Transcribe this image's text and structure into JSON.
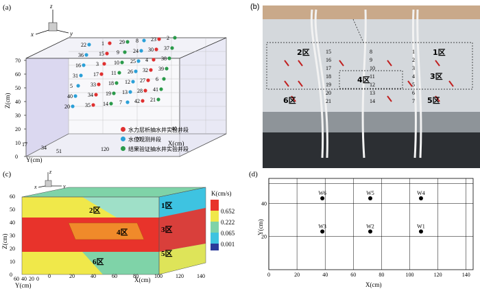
{
  "panel_a": {
    "label": "(a)",
    "axes": {
      "x": "x",
      "y": "y",
      "z": "z"
    },
    "z_axis_title": "Z(cm)",
    "y_axis_title": "Y(cm)",
    "x_axis_title": "X(cm)",
    "z_ticks": [
      "0",
      "10",
      "20",
      "30",
      "40",
      "50",
      "60",
      "70"
    ],
    "y_ticks": [
      "17",
      "34",
      "51"
    ],
    "x_ticks": [
      "120",
      "80",
      "40"
    ],
    "wells": [
      "22",
      "1",
      "29",
      "8",
      "23",
      "2",
      "36",
      "15",
      "9",
      "24",
      "30",
      "37",
      "16",
      "3",
      "10",
      "25",
      "4",
      "38",
      "31",
      "17",
      "11",
      "26",
      "32",
      "39",
      "5",
      "33",
      "18",
      "12",
      "27",
      "6",
      "40",
      "34",
      "19",
      "13",
      "28",
      "41",
      "20",
      "35",
      "14",
      "7",
      "42",
      "21"
    ],
    "legend": [
      {
        "label": "水力层析抽水井实验井段",
        "color": "#e03030"
      },
      {
        "label": "水位观测井段",
        "color": "#2aa0d8"
      },
      {
        "label": "结果验证抽水井实验井段",
        "color": "#2a9a4a"
      }
    ]
  },
  "panel_b": {
    "label": "(b)",
    "zones": [
      "2区",
      "1区",
      "3区",
      "4区",
      "6区",
      "5区"
    ],
    "numbers_left": [
      "15",
      "16",
      "17",
      "18",
      "19",
      "20",
      "21"
    ],
    "numbers_mid": [
      "8",
      "9",
      "10",
      "11",
      "12",
      "13",
      "14"
    ],
    "numbers_right": [
      "1",
      "2",
      "3",
      "4",
      "5",
      "6",
      "7"
    ]
  },
  "panel_c": {
    "label": "(c)",
    "axes": {
      "x": "x",
      "y": "y",
      "z": "z"
    },
    "z_axis_title": "Z(cm)",
    "y_axis_title": "Y(cm)",
    "x_axis_title": "X(cm)",
    "z_ticks": [
      "0",
      "10",
      "20",
      "30",
      "40",
      "50",
      "60"
    ],
    "y_ticks": [
      "60",
      "40",
      "20",
      "0"
    ],
    "x_ticks": [
      "0",
      "20",
      "40",
      "60",
      "80",
      "100",
      "120",
      "140"
    ],
    "zones": [
      "2区",
      "1区",
      "4区",
      "3区",
      "6区",
      "5区"
    ],
    "colorbar_title": "K(cm/s)",
    "colorbar": [
      {
        "value": "0.652",
        "color": "#e8332b"
      },
      {
        "value": "0.222",
        "color": "#f0e84a"
      },
      {
        "value": "0.065",
        "color": "#7fd3a8"
      },
      {
        "value": "0.001",
        "color": "#3ec3e0"
      }
    ]
  },
  "panel_d": {
    "label": "(d)",
    "chart_data": {
      "type": "scatter",
      "xlabel": "X(cm)",
      "ylabel": "Y(cm)",
      "xlim": [
        0,
        145
      ],
      "ylim": [
        0,
        55
      ],
      "x_ticks": [
        0,
        20,
        40,
        60,
        80,
        100,
        120,
        140
      ],
      "y_ticks": [
        20,
        40
      ],
      "points": [
        {
          "name": "W6",
          "x": 38,
          "y": 43
        },
        {
          "name": "W5",
          "x": 72,
          "y": 43
        },
        {
          "name": "W4",
          "x": 108,
          "y": 43
        },
        {
          "name": "W3",
          "x": 38,
          "y": 23
        },
        {
          "name": "W2",
          "x": 72,
          "y": 23
        },
        {
          "name": "W1",
          "x": 108,
          "y": 23
        }
      ]
    }
  }
}
